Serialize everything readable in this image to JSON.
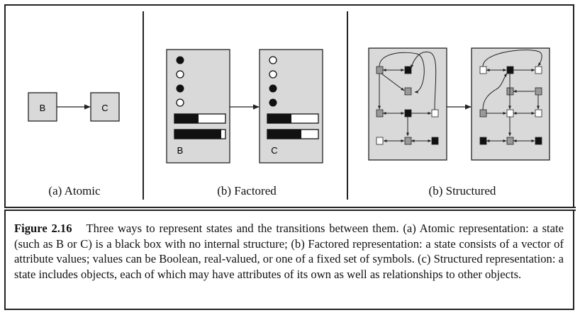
{
  "panels": {
    "atomic": {
      "label": "(a) Atomic",
      "state_b": "B",
      "state_c": "C"
    },
    "factored": {
      "label": "(b) Factored",
      "state_b": "B",
      "state_c": "C"
    },
    "structured": {
      "label": "(b) Structured"
    }
  },
  "caption": {
    "figure": "Figure 2.16",
    "text": "Three ways to represent states and the transitions between them. (a) Atomic representation: a state (such as B or C) is a black box with no internal structure; (b) Factored representation: a state consists of a vector of attribute values; values can be Boolean, real-valued, or one of a fixed set of symbols.  (c) Structured representation: a state includes objects, each of which may have attributes of its own as well as relationships to other objects."
  },
  "colors": {
    "box_fill": "#d9d9d9",
    "stroke": "#222222",
    "node_gray": "#999999",
    "node_black": "#111111",
    "node_white": "#ffffff"
  }
}
